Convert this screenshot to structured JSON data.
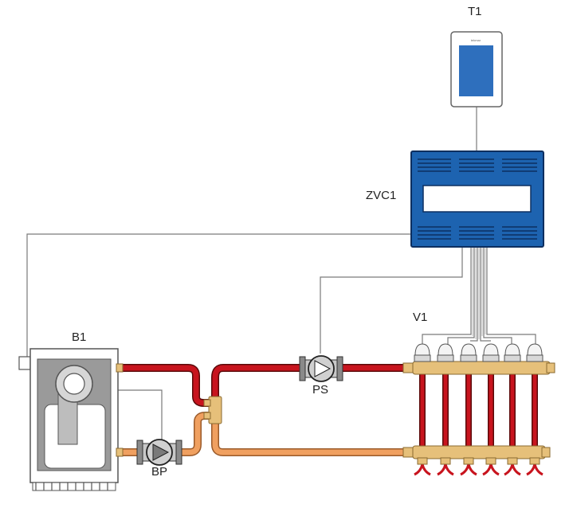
{
  "labels": {
    "thermostat": "T1",
    "zone_controller": "ZVC1",
    "boiler": "B1",
    "boiler_pump": "BP",
    "system_pump": "PS",
    "valves": "V1"
  },
  "thermostat_brand": "tekmar",
  "colors": {
    "supply_pipe": "#c8141e",
    "return_pipe": "#f0a060",
    "controller": "#1d63b0",
    "controller_dark": "#0d2f60",
    "brass": "#e6c07a",
    "screen": "#2e6fbd",
    "wire": "#7a7a7a"
  }
}
